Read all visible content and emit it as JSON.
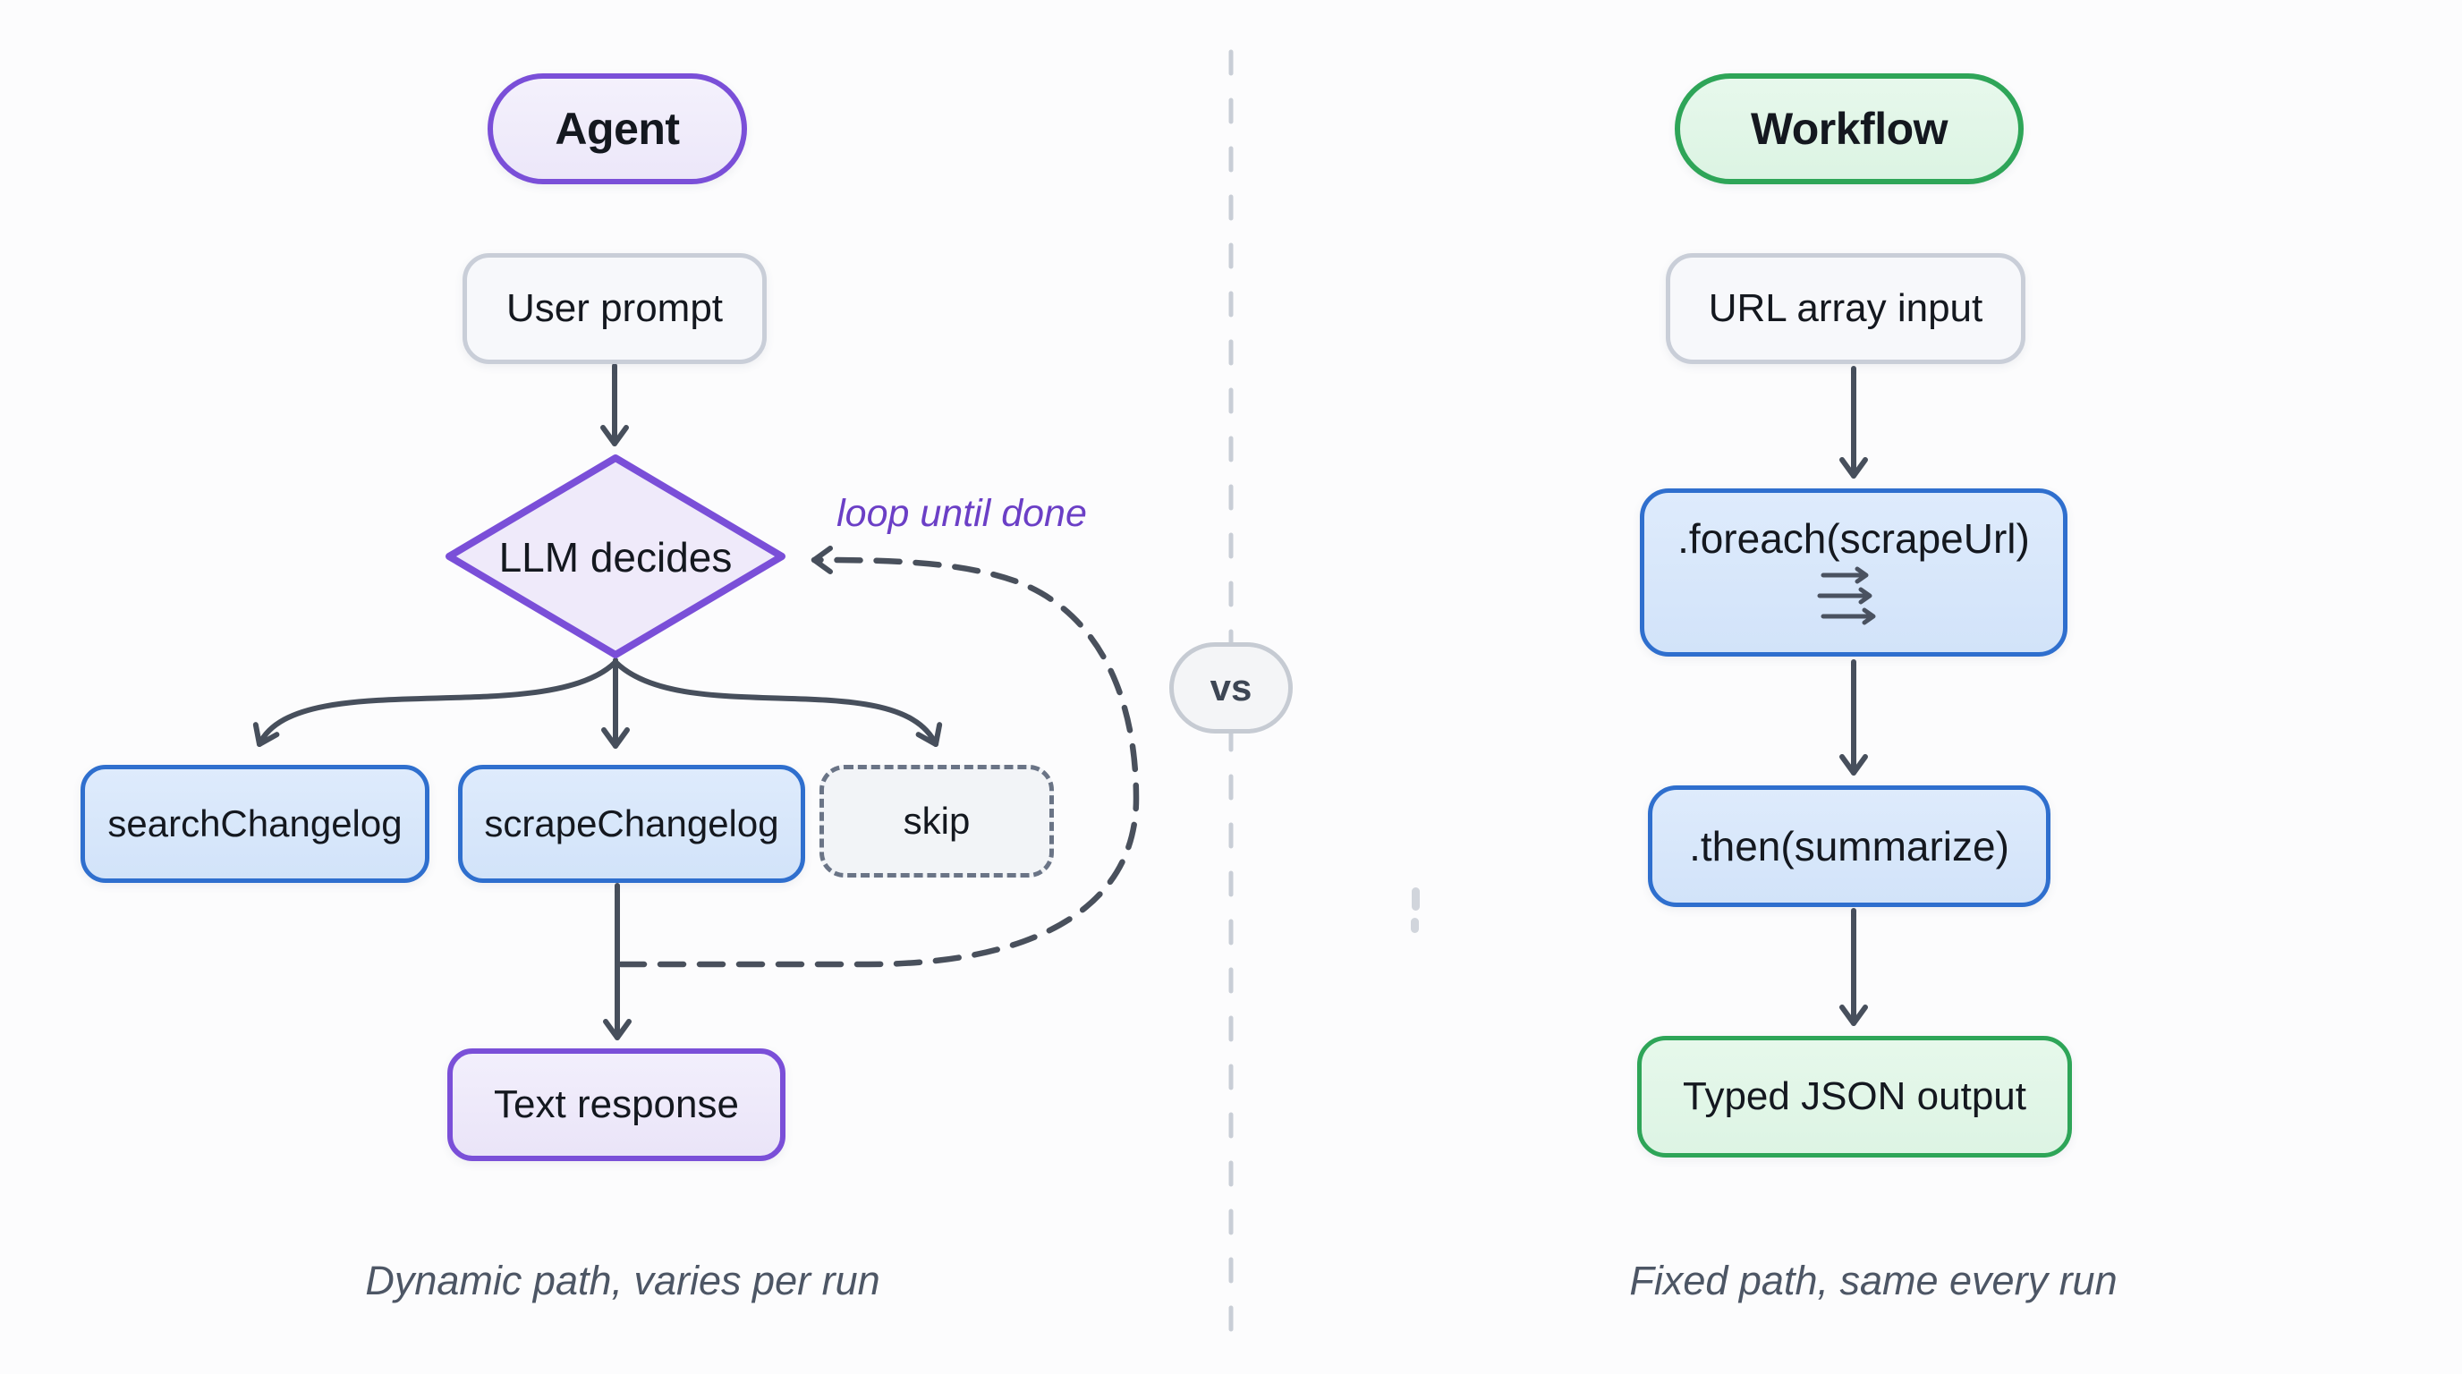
{
  "diagram": {
    "left": {
      "badge": "Agent",
      "user_prompt": "User prompt",
      "decision": "LLM decides",
      "loop_label": "loop until done",
      "branches": [
        "searchChangelog",
        "scrapeChangelog",
        "skip"
      ],
      "result": "Text response",
      "caption": "Dynamic path, varies per run"
    },
    "divider": {
      "vs": "vs"
    },
    "right": {
      "badge": "Workflow",
      "input": "URL array input",
      "step_foreach": ".foreach(scrapeUrl)",
      "foreach_icon": "parallel-arrows-icon",
      "step_then": ".then(summarize)",
      "output": "Typed JSON output",
      "caption": "Fixed path, same every run"
    },
    "colors": {
      "purple_border": "#7A4FD8",
      "purple_fill": "#EFEAFA",
      "blue_border": "#2F6FCE",
      "blue_fill": "#D9E8FB",
      "green_border": "#2EA558",
      "green_fill": "#E2F6E8",
      "neutral_border": "#C9CED8",
      "neutral_fill": "#F7F8FB",
      "arrow": "#474F5C",
      "loop_text": "#6B3FC6",
      "caption_text": "#4D5665",
      "label_text": "#14181F",
      "background": "#FCFCFD"
    }
  }
}
